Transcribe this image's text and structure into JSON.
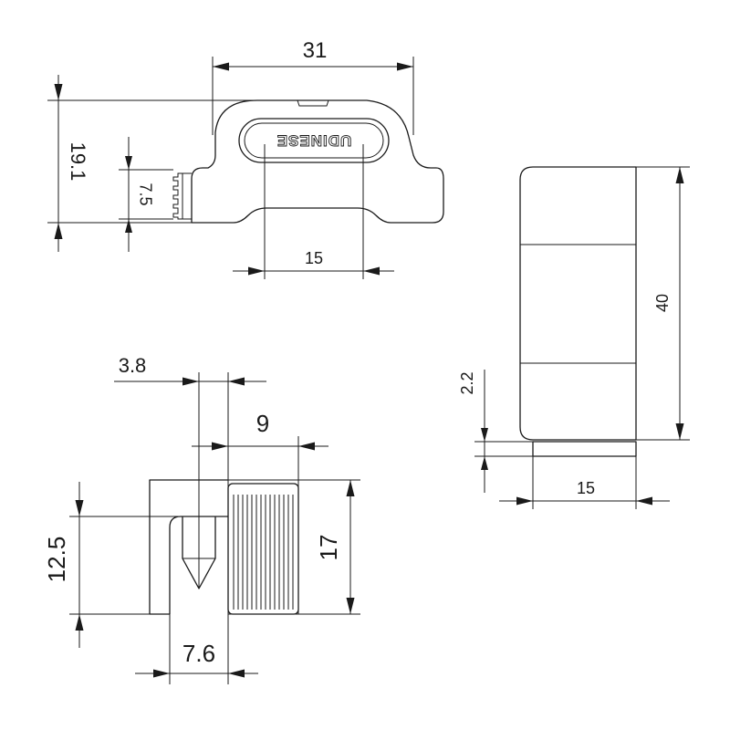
{
  "figure": {
    "brand_logo": "UDINESE",
    "top_view": {
      "dim_overall_width": "31",
      "dim_overall_height": "19.1",
      "dim_serration_height": "7.5",
      "dim_slot_width": "15"
    },
    "side_view": {
      "dim_height": "40",
      "dim_foot_offset": "2.2",
      "dim_width": "15"
    },
    "front_view": {
      "dim_screw_offset": "3.8",
      "dim_grip_width": "9",
      "dim_slot_depth": "12.5",
      "dim_total_height": "17",
      "dim_jaw_width": "7.6"
    }
  }
}
